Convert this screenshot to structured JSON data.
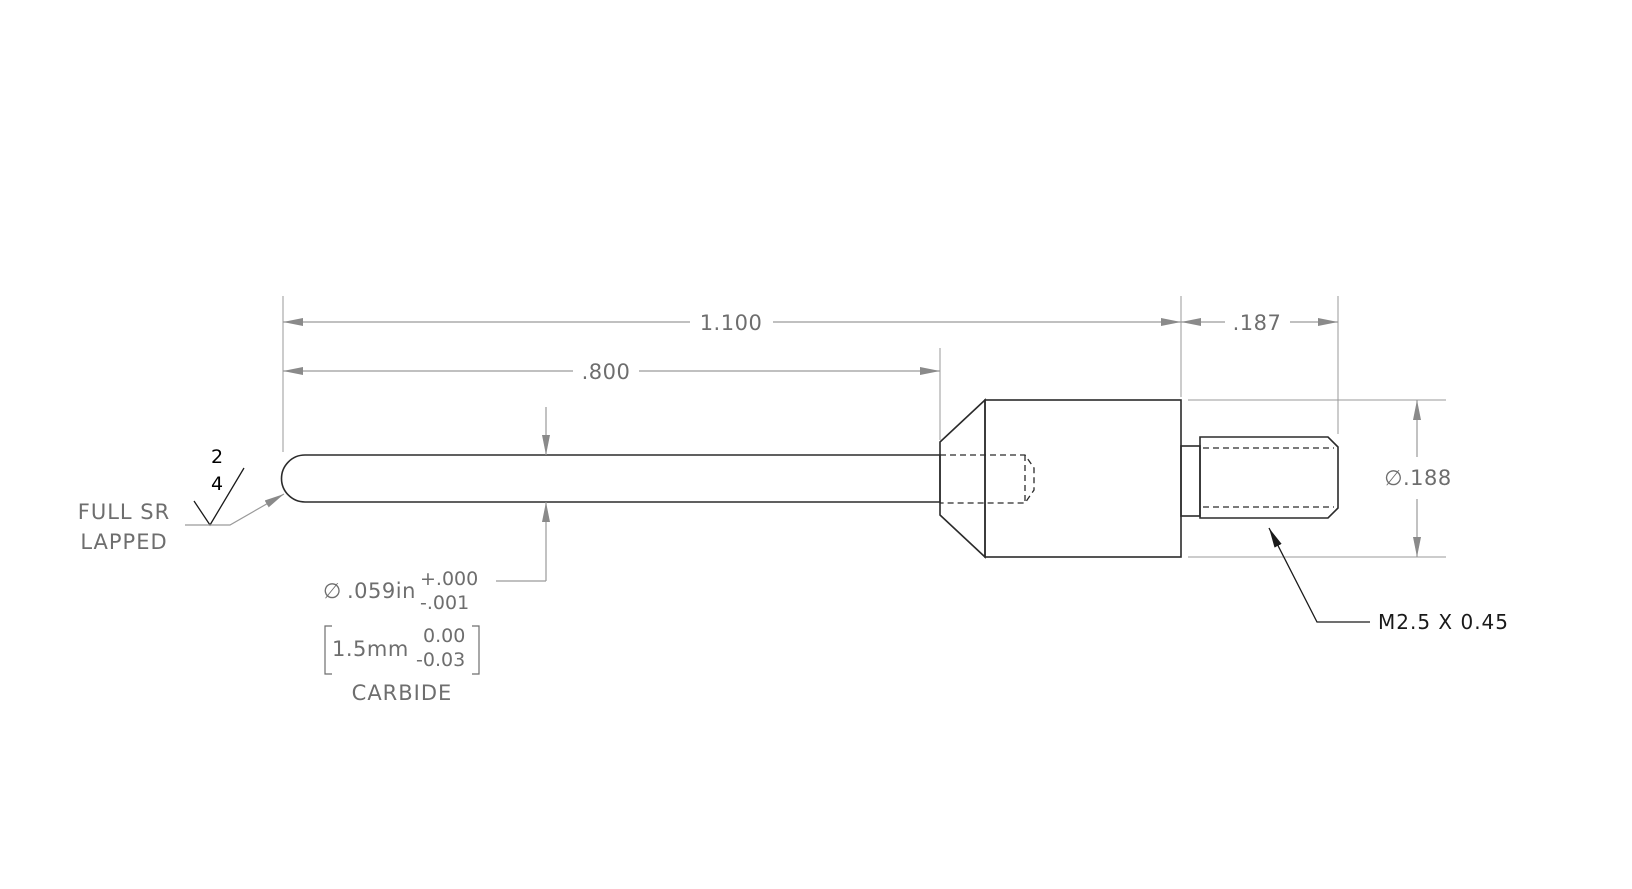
{
  "dimensions": {
    "overall_length": "1.100",
    "probe_length": ".800",
    "thread_length": ".187",
    "body_diameter": "∅.188"
  },
  "tip_diameter": {
    "symbol": "∅",
    "value": ".059in",
    "upper_tol": "+.000",
    "lower_tol": "-.001",
    "metric_value": "1.5mm",
    "metric_upper": "0.00",
    "metric_lower": "-0.03",
    "material": "CARBIDE"
  },
  "tip_note": {
    "line1": "FULL SR",
    "line2": "LAPPED",
    "roughness_upper": "2",
    "roughness_lower": "4"
  },
  "thread_callout": "M2.5 X 0.45"
}
